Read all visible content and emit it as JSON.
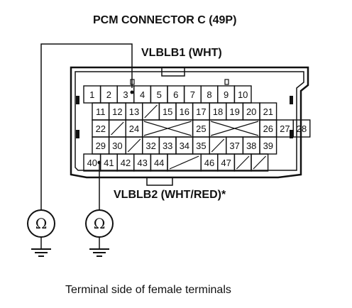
{
  "title": "PCM CONNECTOR C (49P)",
  "wire1_label": "VLBLB1 (WHT)",
  "wire2_label": "VLBLB2 (WHT/RED)*",
  "caption": "Terminal side of female terminals",
  "ohm_symbol": "Ω",
  "rows": [
    [
      "1",
      "2",
      "3",
      "4",
      "5",
      "6",
      "7",
      "8",
      "9",
      "10"
    ],
    [
      "11",
      "12",
      "13",
      "/",
      "15",
      "16",
      "17",
      "18",
      "19",
      "20",
      "21"
    ],
    [
      "22",
      "/",
      "24",
      "X",
      "25",
      "X",
      "26",
      "27",
      "28"
    ],
    [
      "29",
      "30",
      "/",
      "32",
      "33",
      "34",
      "35",
      "/",
      "37",
      "38",
      "39"
    ],
    [
      "40",
      "41",
      "42",
      "43",
      "44",
      "/",
      "46",
      "47",
      "/",
      "/"
    ]
  ]
}
